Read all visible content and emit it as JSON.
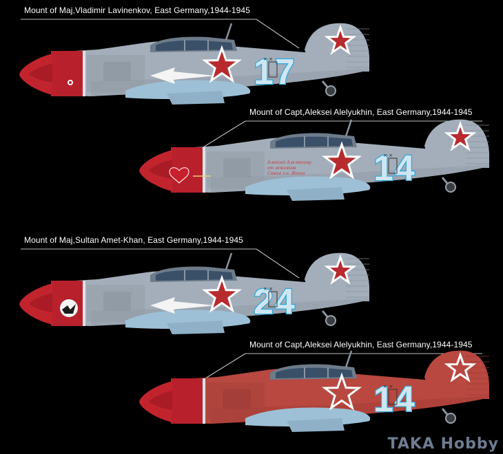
{
  "profiles": [
    {
      "caption": "Mount of Maj,Vladimir Lavinenkov, East Germany,1944-1945",
      "number": "17",
      "scheme": "grey",
      "arrow": true,
      "nose_emblem": "small-roundel",
      "fuselage_inscription": ""
    },
    {
      "caption": "Mount of Capt,Aleksei Alelyukhin, East Germany,1944-1945",
      "number": "14",
      "scheme": "grey",
      "arrow": false,
      "nose_emblem": "heart",
      "fuselage_inscription": [
        "Алексей Алелюхину",
        "от земляков",
        "Союза г.н. Ятто"
      ]
    },
    {
      "caption": "Mount of Maj,Sultan Amet-Khan, East Germany,1944-1945",
      "number": "24",
      "scheme": "grey",
      "arrow": true,
      "nose_emblem": "eagle-disc",
      "fuselage_inscription": ""
    },
    {
      "caption": "Mount of Capt,Aleksei Alelyukhin, East Germany,1944-1945",
      "number": "14",
      "scheme": "red",
      "arrow": false,
      "nose_emblem": "",
      "fuselage_inscription": ""
    }
  ],
  "watermark": "TAKA Hobby",
  "colors": {
    "background": "#000000",
    "grey_scheme": "#a3aeba",
    "grey_dark": "#8a939e",
    "nose_red": "#b8202c",
    "red_scheme": "#b84840",
    "number_fill": "#cfe6f2",
    "number_outline": "#2fa6d8",
    "star_red": "#b82a2e",
    "star_border": "#ffffff",
    "underside": "#9ec0d6"
  }
}
